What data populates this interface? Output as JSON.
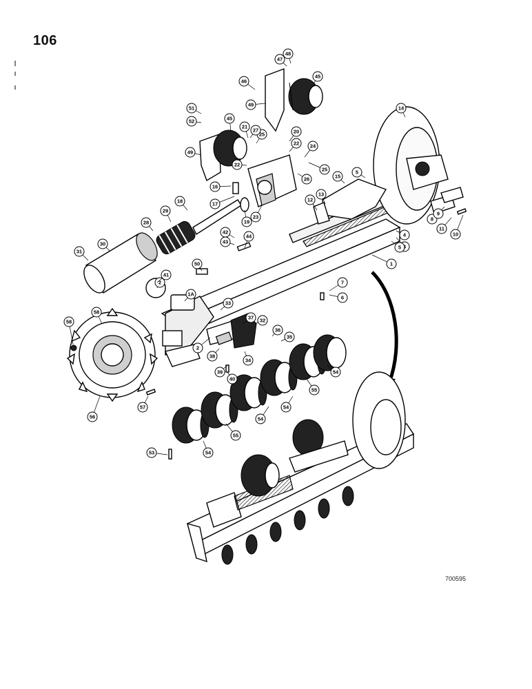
{
  "page": {
    "number": "106",
    "reference_code": "700595"
  },
  "callouts": [
    {
      "label": "1"
    },
    {
      "label": "1A"
    },
    {
      "label": "2"
    },
    {
      "label": "2"
    },
    {
      "label": "3"
    },
    {
      "label": "4"
    },
    {
      "label": "5"
    },
    {
      "label": "5"
    },
    {
      "label": "6"
    },
    {
      "label": "7"
    },
    {
      "label": "8"
    },
    {
      "label": "9"
    },
    {
      "label": "10"
    },
    {
      "label": "11"
    },
    {
      "label": "12"
    },
    {
      "label": "13"
    },
    {
      "label": "14"
    },
    {
      "label": "15"
    },
    {
      "label": "16"
    },
    {
      "label": "17"
    },
    {
      "label": "18"
    },
    {
      "label": "19"
    },
    {
      "label": "20"
    },
    {
      "label": "21"
    },
    {
      "label": "22"
    },
    {
      "label": "22"
    },
    {
      "label": "23"
    },
    {
      "label": "24"
    },
    {
      "label": "25"
    },
    {
      "label": "25"
    },
    {
      "label": "26"
    },
    {
      "label": "27"
    },
    {
      "label": "28"
    },
    {
      "label": "29"
    },
    {
      "label": "30"
    },
    {
      "label": "31"
    },
    {
      "label": "32"
    },
    {
      "label": "33"
    },
    {
      "label": "34"
    },
    {
      "label": "35"
    },
    {
      "label": "36"
    },
    {
      "label": "37"
    },
    {
      "label": "38"
    },
    {
      "label": "39"
    },
    {
      "label": "40"
    },
    {
      "label": "41"
    },
    {
      "label": "42"
    },
    {
      "label": "43"
    },
    {
      "label": "44"
    },
    {
      "label": "45"
    },
    {
      "label": "45"
    },
    {
      "label": "46"
    },
    {
      "label": "47"
    },
    {
      "label": "48"
    },
    {
      "label": "49"
    },
    {
      "label": "49"
    },
    {
      "label": "50"
    },
    {
      "label": "51"
    },
    {
      "label": "52"
    },
    {
      "label": "53"
    },
    {
      "label": "54"
    },
    {
      "label": "54"
    },
    {
      "label": "54"
    },
    {
      "label": "54"
    },
    {
      "label": "55"
    },
    {
      "label": "55"
    },
    {
      "label": "56"
    },
    {
      "label": "57"
    },
    {
      "label": "58"
    },
    {
      "label": "58"
    }
  ]
}
